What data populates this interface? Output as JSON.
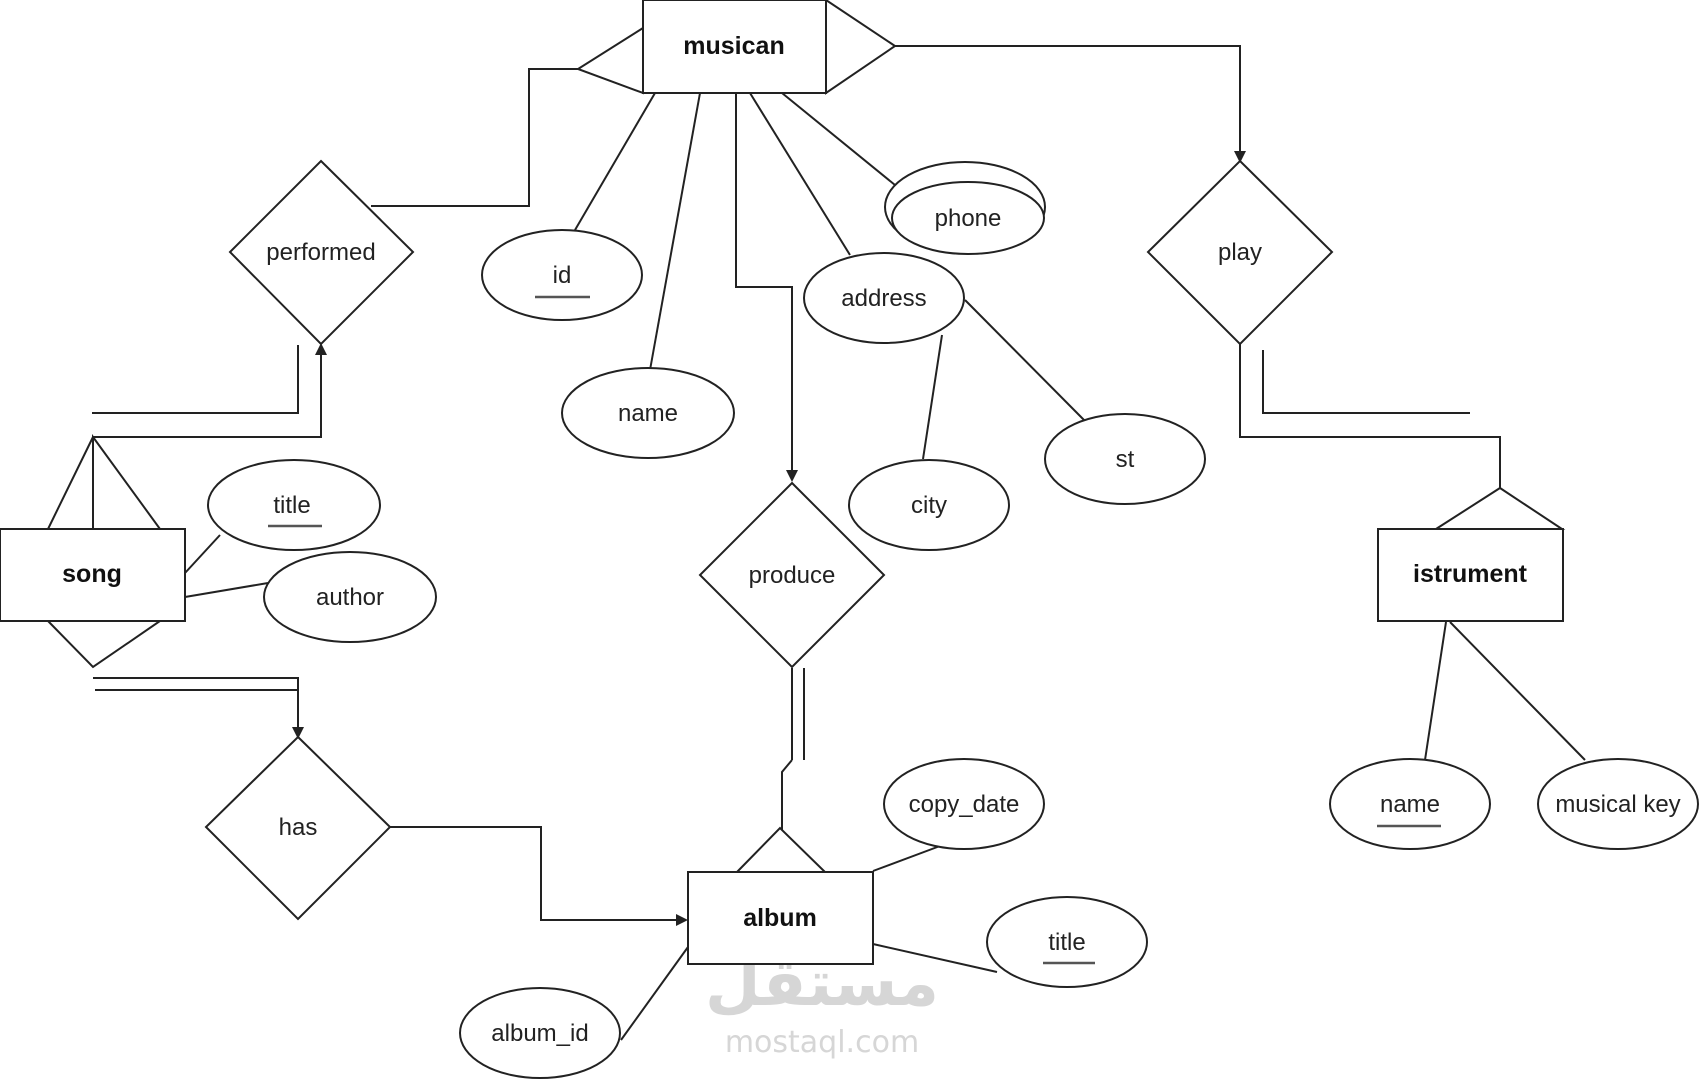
{
  "entities": {
    "musican": "musican",
    "song": "song",
    "album": "album",
    "istrument": "istrument"
  },
  "relationships": {
    "performed": "performed",
    "play": "play",
    "produce": "produce",
    "has": "has"
  },
  "attributes": {
    "musican_id": "id",
    "musican_name": "name",
    "musican_phone": "phone",
    "musican_address": "address",
    "address_city": "city",
    "address_st": "st",
    "song_title": "title",
    "song_author": "author",
    "album_copy_date": "copy_date",
    "album_title": "title",
    "album_id": "album_id",
    "istrument_name": "name",
    "istrument_musical_key": "musical key"
  },
  "watermark": {
    "arabic": "مستقل",
    "latin": "mostaql.com"
  }
}
